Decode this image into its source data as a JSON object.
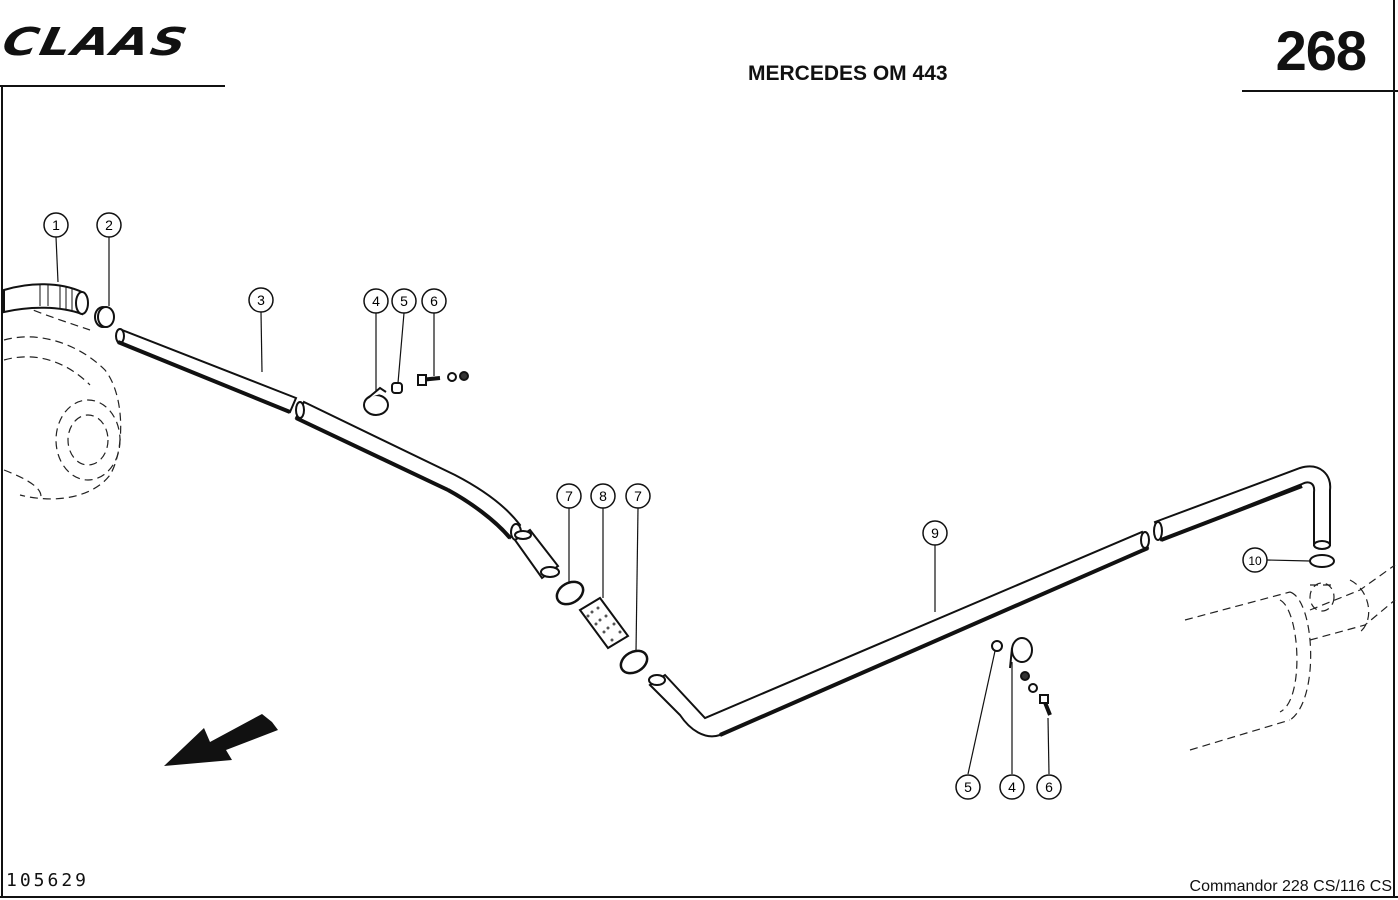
{
  "header": {
    "logo_text": "CLAAS",
    "page_number": "268",
    "engine_title": "MERCEDES OM 443"
  },
  "footer": {
    "drawing_id": "105629",
    "model_name": "Commandor 228 CS/116 CS"
  },
  "callouts": [
    "1",
    "2",
    "3",
    "4",
    "5",
    "6",
    "7",
    "8",
    "7",
    "9",
    "10",
    "5",
    "4",
    "6"
  ]
}
